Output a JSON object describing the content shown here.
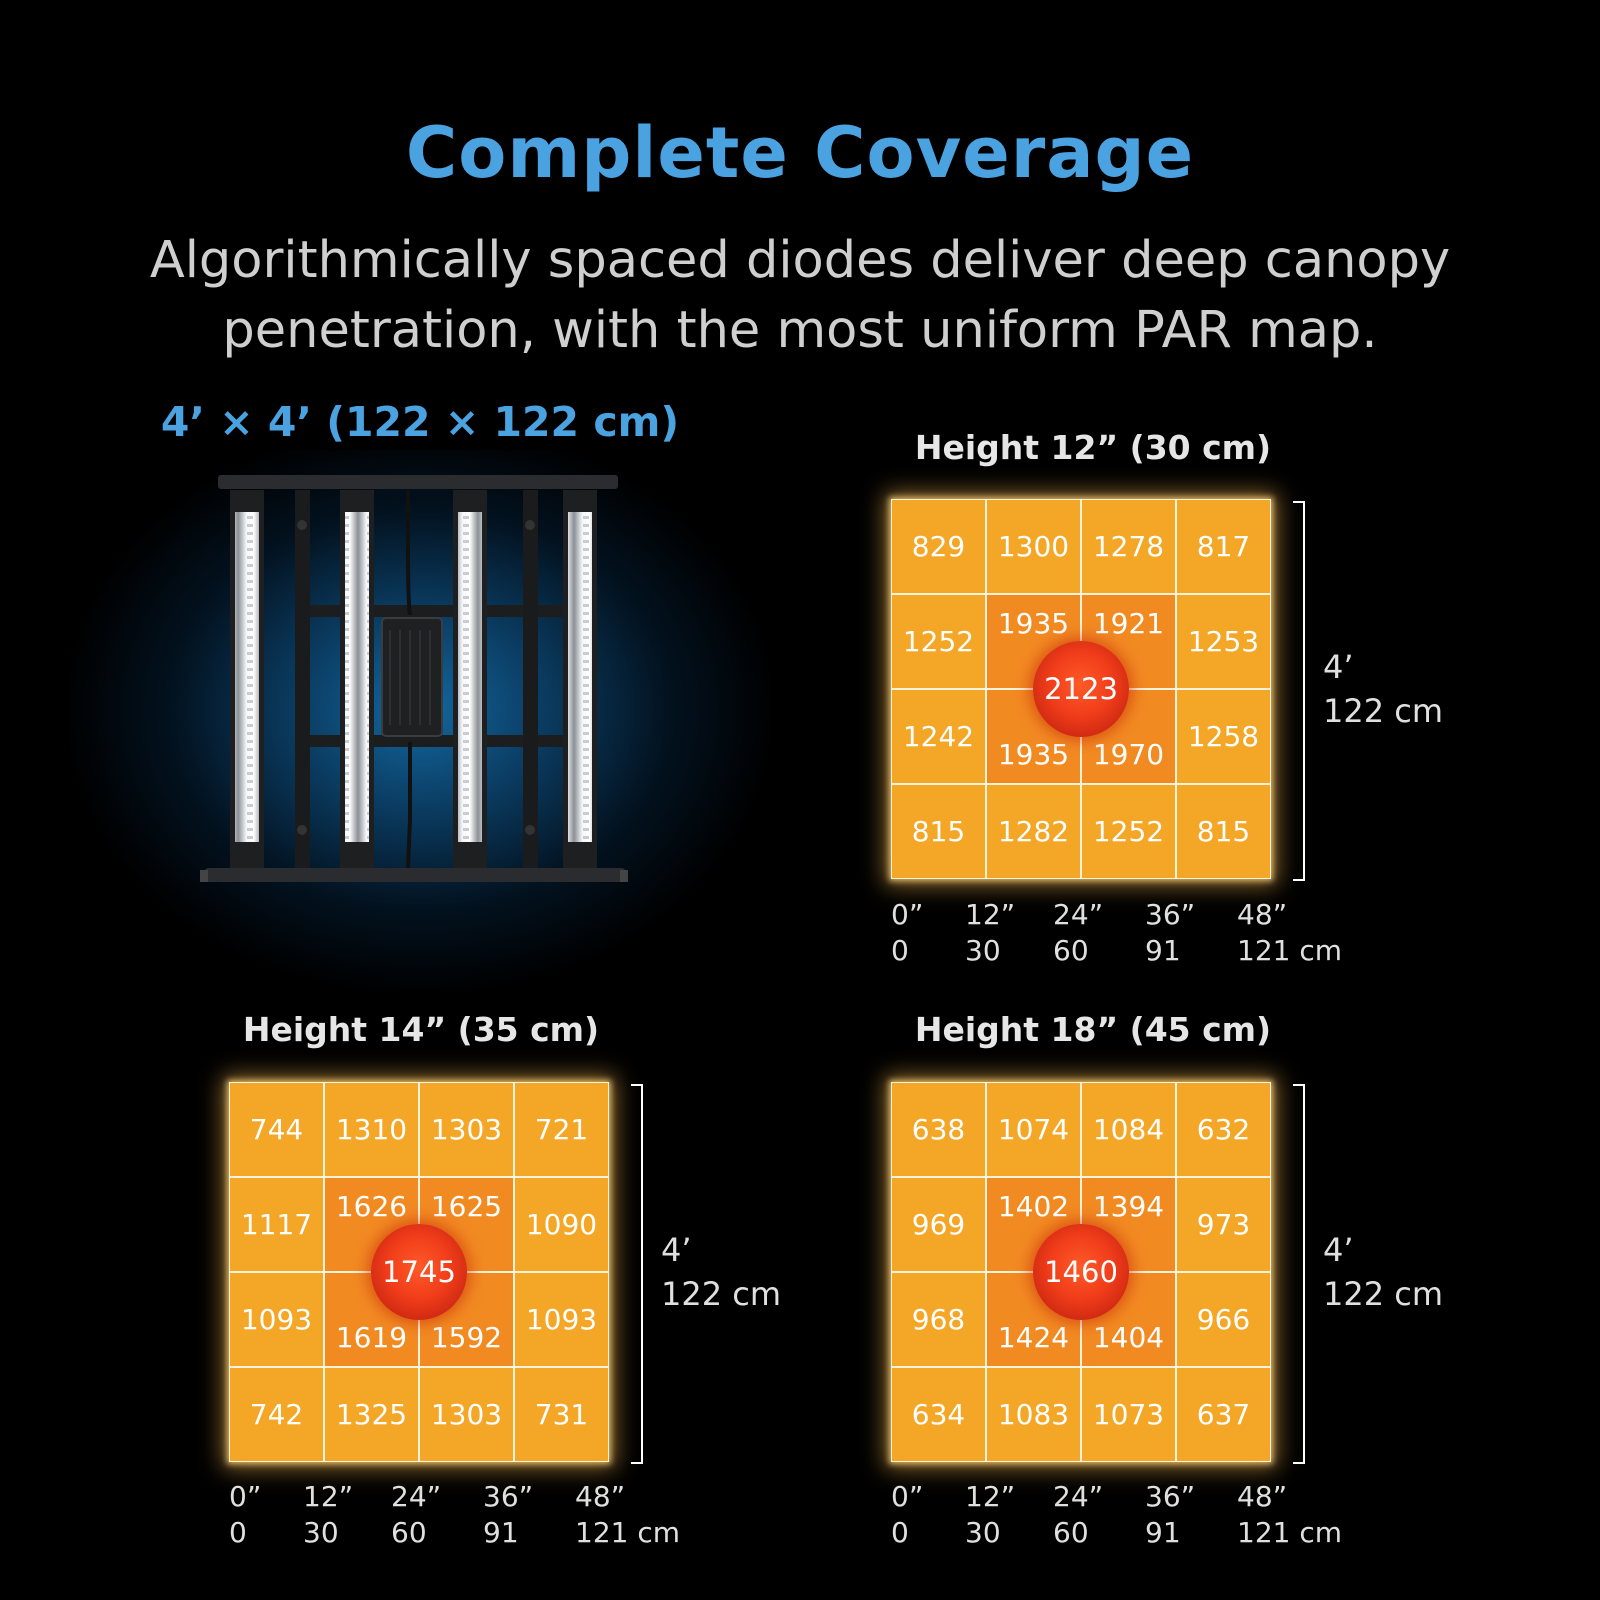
{
  "header": {
    "title": "Complete Coverage",
    "subtitle_line1": "Algorithmically spaced diodes deliver deep canopy",
    "subtitle_line2": "penetration, with the most uniform PAR map."
  },
  "product": {
    "size_label": "4’ × 4’ (122 × 122 cm)"
  },
  "colors": {
    "accent": "#4aa3e0",
    "outer_cell": "#f4a627",
    "inner_cell": "#f28a22",
    "center_dot": "#e8381a"
  },
  "dimension": {
    "feet": "4’",
    "cm": "122 cm"
  },
  "axis": {
    "inches": [
      "0”",
      "12”",
      "24”",
      "36”",
      "48”"
    ],
    "cm": [
      "0",
      "30",
      "60",
      "91",
      "121 cm"
    ]
  },
  "chart_data": [
    {
      "type": "heatmap",
      "title": "Height 12” (30 cm)",
      "rows": [
        [
          829,
          1300,
          1278,
          817
        ],
        [
          1252,
          1935,
          1921,
          1253
        ],
        [
          1242,
          1935,
          1970,
          1258
        ],
        [
          815,
          1282,
          1252,
          815
        ]
      ],
      "center": 2123
    },
    {
      "type": "heatmap",
      "title": "Height 14” (35 cm)",
      "rows": [
        [
          744,
          1310,
          1303,
          721
        ],
        [
          1117,
          1626,
          1625,
          1090
        ],
        [
          1093,
          1619,
          1592,
          1093
        ],
        [
          742,
          1325,
          1303,
          731
        ]
      ],
      "center": 1745
    },
    {
      "type": "heatmap",
      "title": "Height 18” (45 cm)",
      "rows": [
        [
          638,
          1074,
          1084,
          632
        ],
        [
          969,
          1402,
          1394,
          973
        ],
        [
          968,
          1424,
          1404,
          966
        ],
        [
          634,
          1083,
          1073,
          637
        ]
      ],
      "center": 1460
    }
  ]
}
